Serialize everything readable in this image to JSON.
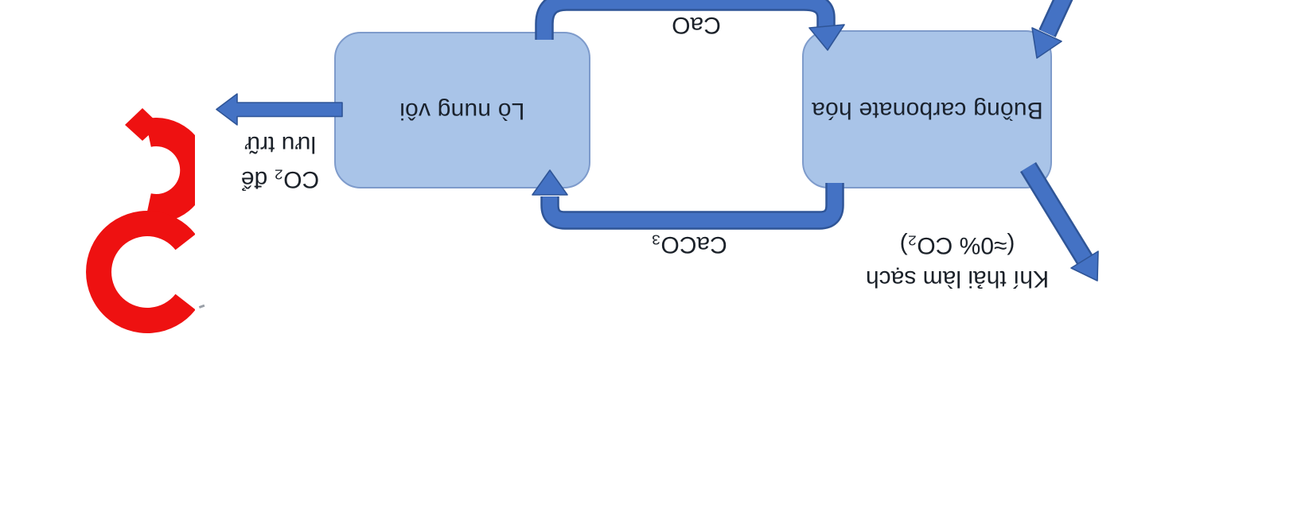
{
  "diagram": {
    "boxes": {
      "kiln": {
        "label": "Lò nung vôi"
      },
      "carbonator": {
        "line1": "Buồng",
        "line2": "carbonate hóa"
      }
    },
    "flows": {
      "cao": "CaO",
      "caco3": "CaCO₃",
      "co2_storage": {
        "line1": "CO₂ để",
        "line2": "lưu trữ"
      },
      "clean_flue_gas": {
        "line1": "Khí thải làm sạch",
        "line2": "(≈0% CO₂)"
      }
    },
    "colors": {
      "arrow_fill": "#4472C4",
      "arrow_outline": "#2F5597",
      "box_fill": "#A9C4E8",
      "box_border": "#7E9BCB",
      "text": "#1B2129",
      "logo_red": "#EE1111",
      "background": "#FFFFFF"
    }
  }
}
